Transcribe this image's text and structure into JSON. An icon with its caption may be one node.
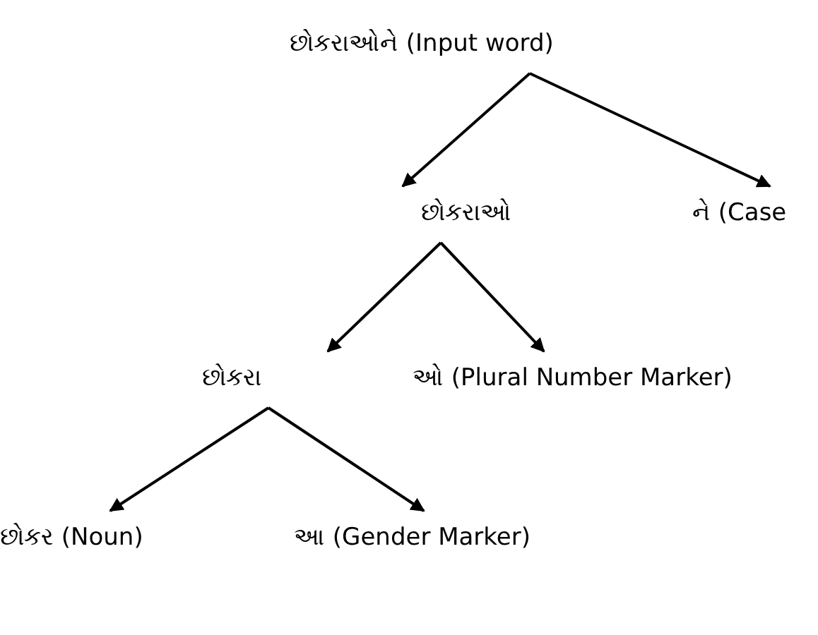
{
  "diagram": {
    "nodes": [
      {
        "text": [
          "છોકરાઓને (Input word)"
        ]
      },
      {
        "text": [
          "છોકરાઓ"
        ]
      },
      {
        "text": [
          "ને (Case"
        ]
      },
      {
        "text": [
          "છોકરા"
        ]
      },
      {
        "text": [
          "ઓ (Plural Number Marker)"
        ]
      },
      {
        "text": [
          "છોકર (Noun)"
        ]
      },
      {
        "text": [
          "આ (Gender Marker)"
        ]
      }
    ],
    "edges": [
      {
        "from": 0,
        "to": 1,
        "arrow": "to"
      },
      {
        "from": 0,
        "to": 2,
        "arrow": "to"
      },
      {
        "from": 1,
        "to": 3,
        "arrow": "to"
      },
      {
        "from": 1,
        "to": 4,
        "arrow": "to"
      },
      {
        "from": 3,
        "to": 5,
        "arrow": "to"
      },
      {
        "from": 3,
        "to": 6,
        "arrow": "to"
      }
    ]
  }
}
